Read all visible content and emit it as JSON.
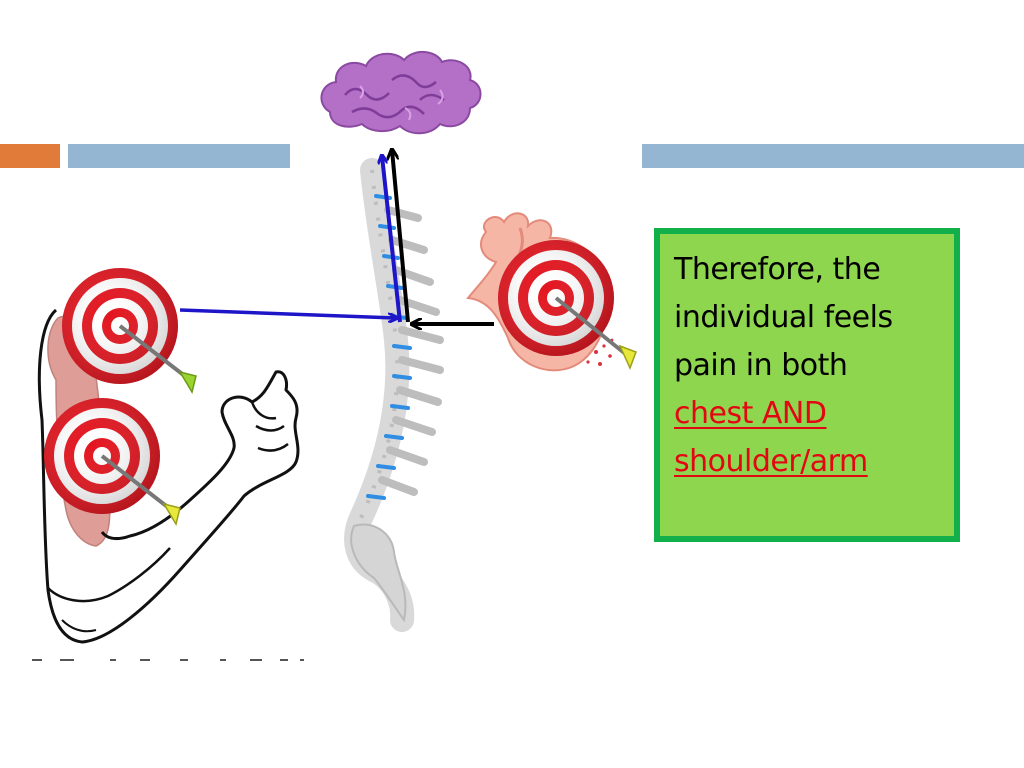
{
  "colors": {
    "accent_orange": "#e07b3a",
    "accent_blue": "#94b6d3",
    "callout_fill": "#8fd64f",
    "callout_border": "#12b04a",
    "highlight_red": "#e30613",
    "afferent_arrow_blue": "#1e14c8",
    "arrow_black": "#000000",
    "brain_purple": "#b46fc7",
    "target_red": "#e3141e",
    "vertebra_blue": "#2f8de4"
  },
  "icons": {
    "brain": "brain-icon",
    "spine": "spine-icon",
    "heart": "heart-icon",
    "arm": "arm-outline-icon",
    "target": "target-with-arrow-icon"
  },
  "callout": {
    "line1": "Therefore, the",
    "line2": "individual feels",
    "line3": "pain in both",
    "highlight1": "chest AND",
    "highlight2": "shoulder/arm"
  }
}
